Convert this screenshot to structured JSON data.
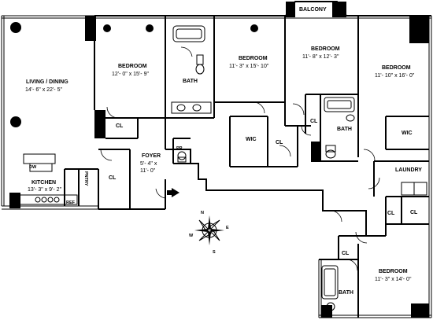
{
  "rooms": {
    "living": {
      "name": "LIVING / DINING",
      "dim": "14'- 6\" x 22'- 5\""
    },
    "bedroom1": {
      "name": "BEDROOM",
      "dim": "12'- 0\" x 15'- 9\""
    },
    "bedroom2": {
      "name": "BEDROOM",
      "dim": "11'- 3\" x 15'- 10\""
    },
    "bedroom3": {
      "name": "BEDROOM",
      "dim": "11'- 8\" x 12'- 3\""
    },
    "bedroom4": {
      "name": "BEDROOM",
      "dim": "11'- 10\" x 16'- 0\""
    },
    "bedroom5": {
      "name": "BEDROOM",
      "dim": "11'- 3\" x 14'- 0\""
    },
    "kitchen": {
      "name": "KITCHEN",
      "dim": "13'- 3\" x 9'- 2\""
    },
    "foyer": {
      "name": "FOYER",
      "dim1": "5'- 4\" x",
      "dim2": "11'- 0\""
    }
  },
  "labels": {
    "balcony": "BALCONY",
    "bath": "BATH",
    "cl": "CL",
    "wic": "WIC",
    "laundry": "LAUNDRY",
    "pntry": "PNTRY",
    "dw": "DW",
    "ref": "REF",
    "pr": "PR"
  },
  "compass": {
    "n": "N",
    "s": "S",
    "e": "E",
    "w": "W"
  },
  "colors": {
    "ink": "#000000",
    "paper": "#ffffff"
  }
}
